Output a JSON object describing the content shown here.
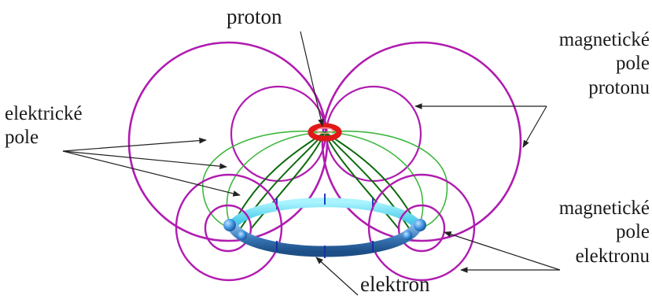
{
  "labels": {
    "proton": "proton",
    "elektricke_pole": {
      "line1": "elektrické",
      "line2": "pole"
    },
    "magneticke_pole_protonu": {
      "line1": "magnetické",
      "line2": "pole",
      "line3": "protonu"
    },
    "magneticke_pole_elektronu": {
      "line1": "magnetické",
      "line2": "pole",
      "line3": "elektronu"
    },
    "elektron": "elektron"
  },
  "colors": {
    "magnetic_field": "#b01cb0",
    "electric_field_dark": "#0e6b0e",
    "electric_field_light": "#3fb83f",
    "proton": "#e01818",
    "electron_ring_front": "#2c6fae",
    "electron_ring_back": "#5ee0f0",
    "electron_sphere": "#3a8fe0",
    "text": "#1a1a1a"
  }
}
